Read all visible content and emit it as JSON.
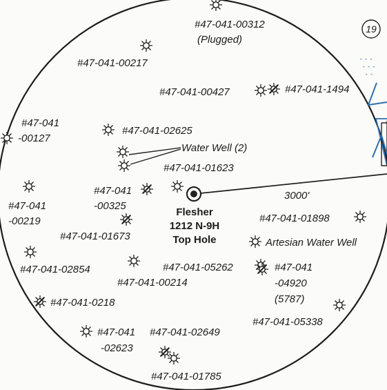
{
  "map": {
    "page_marker": "19",
    "center_well": {
      "name": "Flesher",
      "number": "1212 N-9H",
      "position": "Top Hole"
    },
    "radius_label": "3000'",
    "labels": {
      "w00312": "#47-041-00312",
      "w00312_note": "(Plugged)",
      "w00217": "#47-041-00217",
      "w00427": "#47-041-00427",
      "w1494": "#47-041-1494",
      "w00127_a": "#47-041",
      "w00127_b": "-00127",
      "w02625": "#47-041-02625",
      "water_well": "Water Well (2)",
      "w01623": "#47-041-01623",
      "w00325_a": "#47-041",
      "w00325_b": "-00325",
      "w00219_a": "#47-041",
      "w00219_b": "-00219",
      "w01898": "#47-041-01898",
      "w01673": "#47-041-01673",
      "artesian": "Artesian Water Well",
      "w02854": "#47-041-02854",
      "w05262": "#47-041-05262",
      "w00214": "#47-041-00214",
      "w04920_a": "#47-041",
      "w04920_b": "-04920",
      "w04920_c": "(5787)",
      "w0218": "#47-041-0218",
      "w05338": "#47-041-05338",
      "w02623_a": "#47-041",
      "w02623_b": "-02623",
      "w02649": "#47-041-02649",
      "w01785": "#47-041-01785"
    }
  }
}
